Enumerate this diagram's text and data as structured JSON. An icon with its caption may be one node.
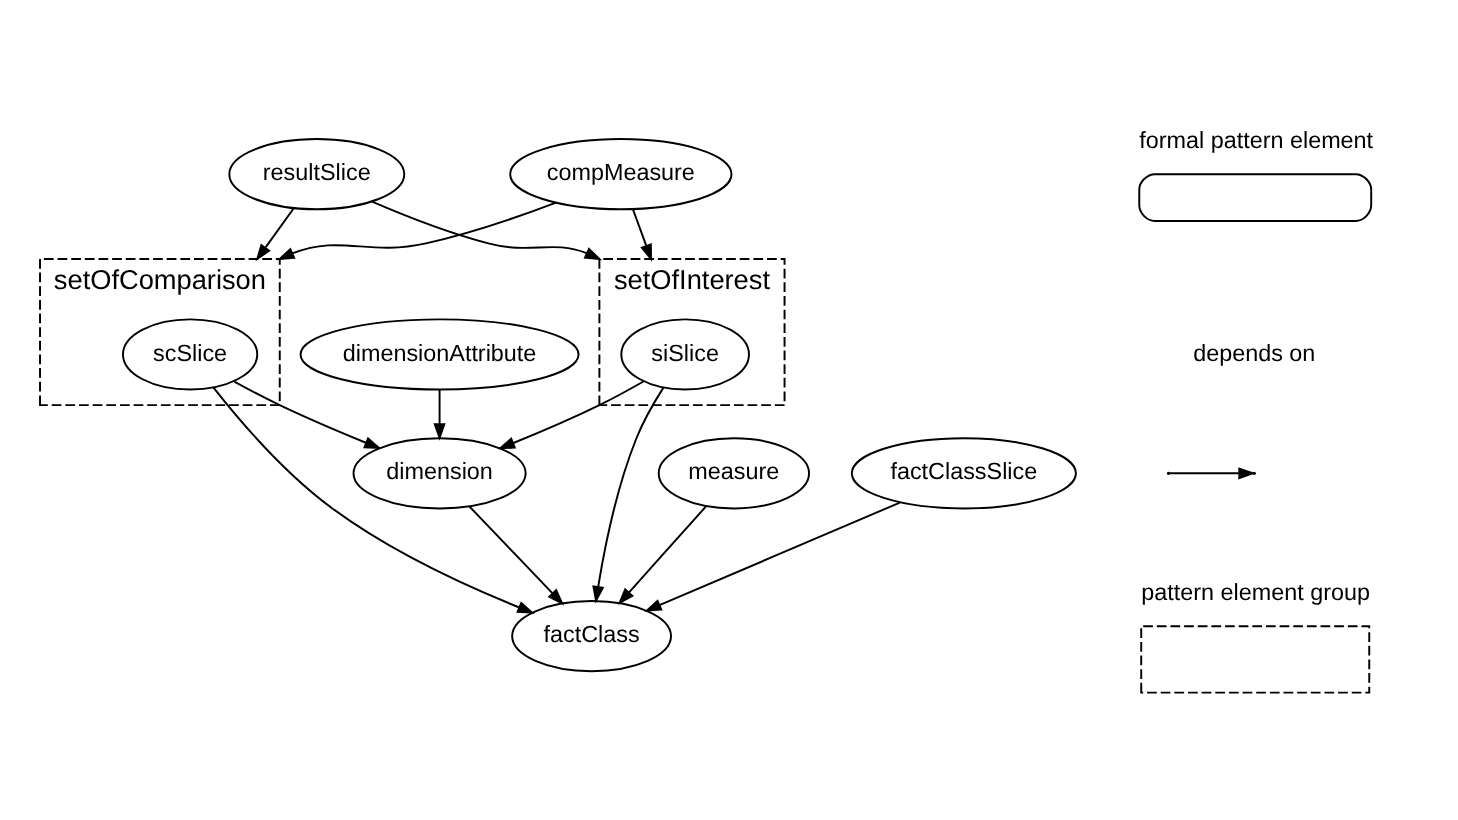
{
  "diagram": {
    "nodes": [
      {
        "text": [
          "resultSlice"
        ]
      },
      {
        "text": [
          "setOfInterest"
        ]
      },
      {
        "text": [
          "setOfComparison"
        ]
      },
      {
        "text": [
          "measure"
        ]
      },
      {
        "text": [
          "factClassSlice"
        ]
      },
      {
        "text": [
          "siSlice"
        ],
        "in": 1
      },
      {
        "text": [
          "factClass"
        ]
      },
      {
        "text": [
          "scSlice"
        ],
        "in": 2
      },
      {
        "text": [
          "dimension"
        ]
      },
      {
        "text": [
          "dimensionAttribute"
        ]
      },
      {
        "text": [
          "compMeasure"
        ]
      }
    ],
    "edges": [
      {
        "from": 0,
        "to": 1,
        "arrow": "to"
      },
      {
        "from": 0,
        "to": 2,
        "arrow": "to"
      },
      {
        "from": 3,
        "to": 6,
        "arrow": "to"
      },
      {
        "from": 4,
        "to": 6,
        "arrow": "to"
      },
      {
        "from": 5,
        "to": 6,
        "arrow": "to"
      },
      {
        "from": 7,
        "to": 6,
        "arrow": "to"
      },
      {
        "from": 5,
        "to": 8,
        "arrow": "to"
      },
      {
        "from": 7,
        "to": 8,
        "arrow": "to"
      },
      {
        "from": 8,
        "to": 6,
        "arrow": "to"
      },
      {
        "from": 9,
        "to": 8,
        "arrow": "to"
      },
      {
        "from": 10,
        "to": 1,
        "arrow": "to"
      },
      {
        "from": 10,
        "to": 2,
        "arrow": "to"
      }
    ],
    "legend": [
      {
        "text": "formal pattern element"
      },
      {
        "text": "depends on"
      },
      {
        "text": "pattern element group"
      }
    ]
  }
}
